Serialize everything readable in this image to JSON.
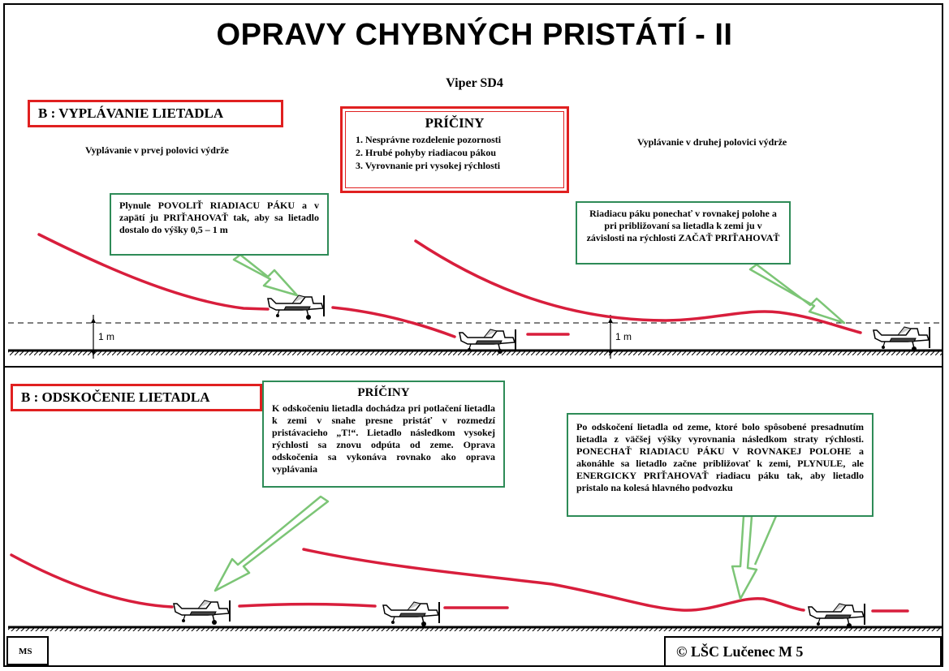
{
  "title": "OPRAVY CHYBNÝCH PRISTÁTÍ - II",
  "subtitle": "Viper SD4",
  "section_top": {
    "header": "B : VYPLÁVANIE LIETADLA",
    "left_caption": "Vyplávanie  v prvej polovici výdrže",
    "right_caption": "Vyplávanie  v druhej polovici výdrže",
    "causes": {
      "title": "PRÍČINY",
      "items": [
        "1. Nesprávne rozdelenie pozornosti",
        "2. Hrubé pohyby riadiacou pákou",
        "3. Vyrovnanie pri vysokej  rýchlosti"
      ]
    },
    "left_box": "Plynule POVOLIŤ RIADIACU PÁKU a v zapätí ju PRIŤAHOVAŤ tak, aby sa lietadlo dostalo do výšky 0,5 – 1 m",
    "right_box": "Riadiacu páku ponechať v rovnakej polohe a pri približovaní sa lietadla k zemi ju v závislosti na rýchlosti ZAČAŤ PRIŤAHOVAŤ",
    "height_label": "1 m"
  },
  "section_bottom": {
    "header": "B : ODSKOČENIE LIETADLA",
    "causes_box": {
      "title": "PRÍČINY",
      "text": "K odskočeniu lietadla dochádza pri potlačení lietadla  k zemi  v snahe  presne  pristáť v rozmedzí  pristávacieho  „T!“.  Lietadlo následkom vysokej rýchlosti sa znovu odpúta od  zeme.  Oprava  odskočenia  sa  vykonáva rovnako ako oprava vyplávania"
    },
    "right_box": "Po odskočení lietadla od zeme, ktoré bolo spôsobené presadnutím lietadla z väčšej výšky vyrovnania následkom straty  rýchlosti.  PONECHAŤ  RIADIACU  PÁKU V ROVNAKEJ  POLOHE  a akonáhle sa lietadlo  začne približovať  k zemi,  PLYNULE,  ale  ENERGICKY PRIŤAHOVAŤ riadiacu páku tak, aby lietadlo pristalo na kolesá hlavného podvozku"
  },
  "footer": {
    "left": "MS",
    "right": "©   LŠC Lučenec  M 5"
  },
  "colors": {
    "accent_red": "#e02020",
    "path_red": "#d81e3c",
    "box_green": "#2e8b57",
    "arrow_green": "#7cc576"
  }
}
